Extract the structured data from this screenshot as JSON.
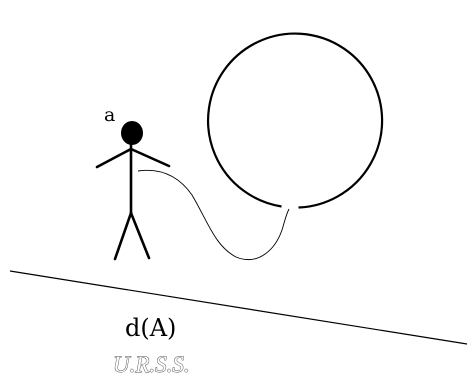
{
  "figure": {
    "person_label": "a",
    "ground_label": "d(A)",
    "caption": "U.R.S.S."
  },
  "colors": {
    "ink": "#000000",
    "background": "#ffffff",
    "caption_outline": "#4a4a4a"
  }
}
